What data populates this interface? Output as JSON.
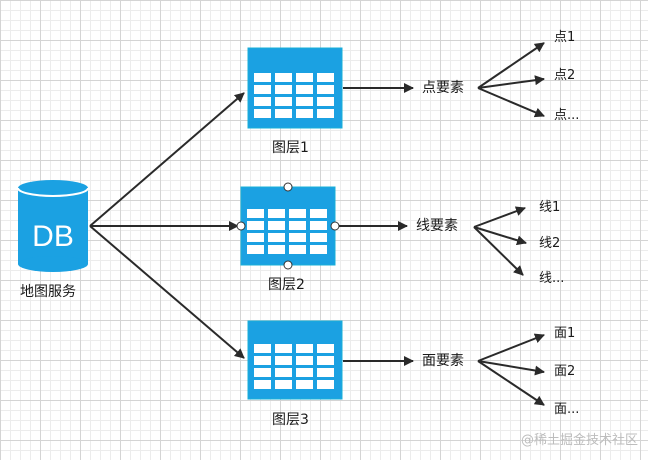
{
  "db": {
    "text": "DB",
    "label": "地图服务"
  },
  "layers": [
    {
      "label": "图层1",
      "feature": "点要素",
      "items": [
        "点1",
        "点2",
        "点..."
      ]
    },
    {
      "label": "图层2",
      "feature": "线要素",
      "items": [
        "线1",
        "线2",
        "线..."
      ]
    },
    {
      "label": "图层3",
      "feature": "面要素",
      "items": [
        "面1",
        "面2",
        "面..."
      ]
    }
  ],
  "watermark": "@稀土掘金技术社区",
  "colors": {
    "table": "#1ba1e2",
    "table_border": "#18b0d8",
    "arrow": "#2a2a2a"
  }
}
